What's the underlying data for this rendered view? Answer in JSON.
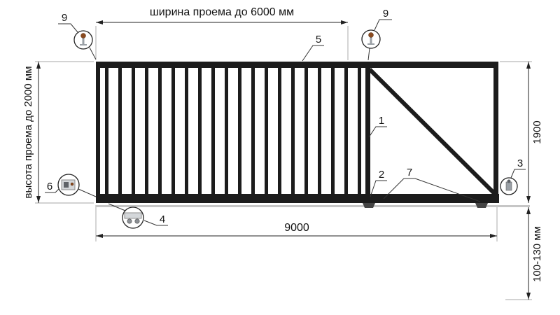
{
  "diagram": {
    "type": "sliding-gate-technical-drawing",
    "dimensions": {
      "opening_width": "ширина проема до 6000 мм",
      "opening_height": "высота проема до 2000 мм",
      "gate_height": "1900",
      "total_length": "9000",
      "ground_clearance": "100-130 мм"
    },
    "callouts": {
      "n1": "1",
      "n2": "2",
      "n3": "3",
      "n4": "4",
      "n5": "5",
      "n6": "6",
      "n7": "7",
      "n9_left": "9",
      "n9_right": "9"
    },
    "colors": {
      "line": "#1c1c1c",
      "extension_line": "#b9b9b9",
      "icon_grey": "#9aa0a6",
      "icon_brown": "#8a4a1f",
      "background": "#ffffff"
    }
  }
}
